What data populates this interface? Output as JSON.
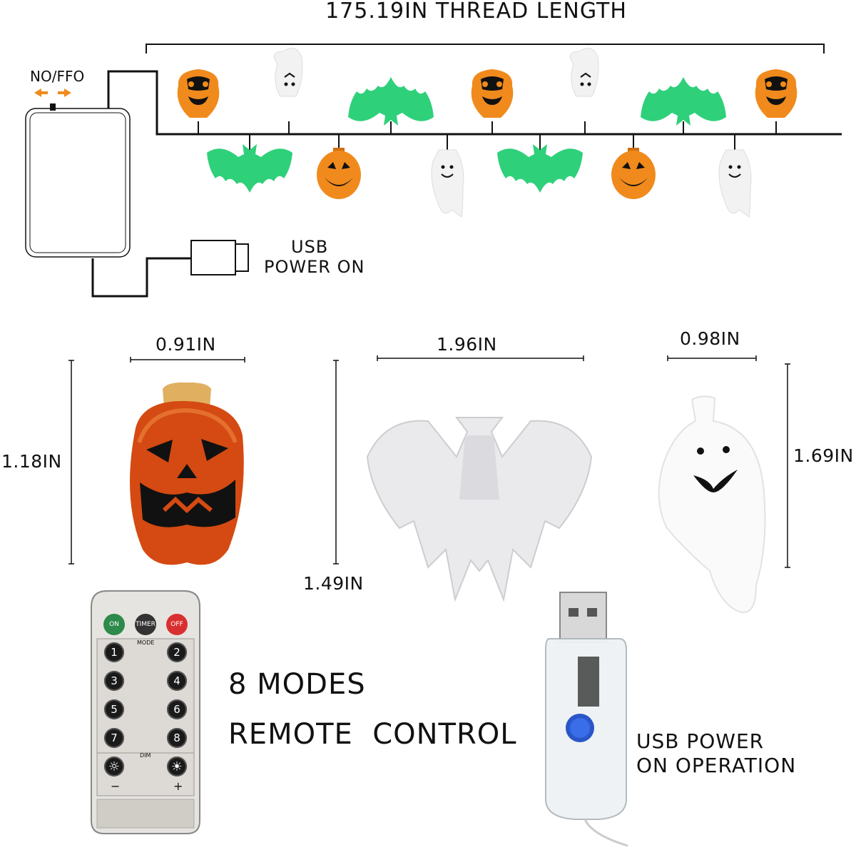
{
  "header": {
    "thread_length": "175.19IN THREAD LENGTH"
  },
  "battery_box": {
    "switch_label": "NO/FFO"
  },
  "usb_cable": {
    "label_line1": "USB",
    "label_line2": "POWER ON"
  },
  "dimensions": {
    "pumpkin_width": "0.91IN",
    "pumpkin_height": "1.18IN",
    "bat_width": "1.96IN",
    "bat_height": "1.49IN",
    "ghost_width": "0.98IN",
    "ghost_height": "1.69IN"
  },
  "features": {
    "modes": "8 MODES",
    "remote": "REMOTE  CONTROL",
    "usb_line1": "USB POWER",
    "usb_line2": "ON OPERATION"
  },
  "remote": {
    "on": "ON",
    "timer": "TIMER",
    "off": "OFF",
    "mode": "MODE",
    "dim": "DIM",
    "keys": [
      "1",
      "2",
      "3",
      "4",
      "5",
      "6",
      "7",
      "8"
    ],
    "minus": "−",
    "plus": "+"
  },
  "colors": {
    "pumpkin": "#f08a1c",
    "bat": "#2fd07a",
    "ghost": "#ffffff",
    "switch_arrow": "#f08a1c"
  }
}
